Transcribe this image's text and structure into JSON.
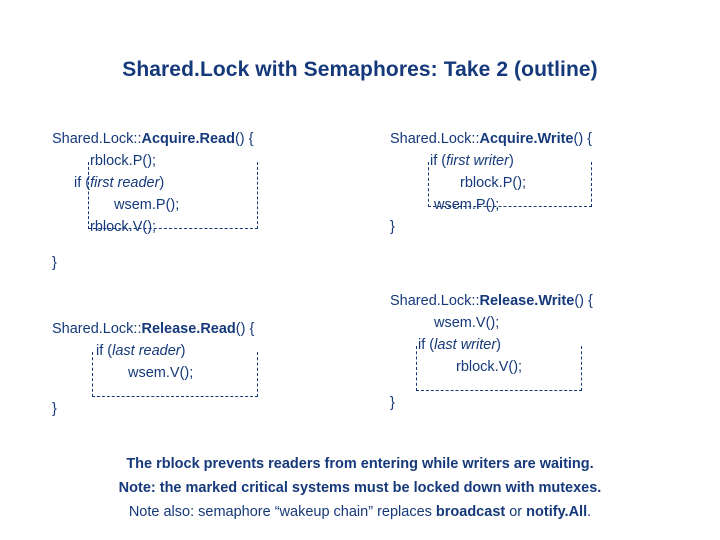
{
  "slide": {
    "title": "Shared.Lock with Semaphores: Take 2 (outline)",
    "blocks": {
      "acquire_read": {
        "header_prefix": "Shared.Lock::",
        "header_bold": "Acquire.Read",
        "header_suffix": "() {",
        "lines": [
          "rblock.P();",
          "if (first reader)",
          "wsem.P();",
          "rblock.V();"
        ],
        "if_keyword": "if (",
        "if_italic": "first reader",
        "if_close": ")",
        "close": "}"
      },
      "acquire_write": {
        "header_prefix": "Shared.Lock::",
        "header_bold": "Acquire.Write",
        "header_suffix": "() {",
        "lines": [
          "if (first writer)",
          "rblock.P();",
          "wsem.P();"
        ],
        "if_keyword": "if (",
        "if_italic": "first writer",
        "if_close": ")",
        "close": "}"
      },
      "release_read": {
        "header_prefix": "Shared.Lock::",
        "header_bold": "Release.Read",
        "header_suffix": "()  {",
        "lines": [
          "if (last reader)",
          "wsem.V();"
        ],
        "if_keyword": "if (",
        "if_italic": "last reader",
        "if_close": ")",
        "close": "}"
      },
      "release_write": {
        "header_prefix": "Shared.Lock::",
        "header_bold": "Release.Write",
        "header_suffix": "() {",
        "lines": [
          "wsem.V();",
          "if (last writer)",
          "rblock.V();"
        ],
        "if_keyword": "if (",
        "if_italic": "last writer",
        "if_close": ")",
        "close": "}"
      }
    },
    "footer": {
      "line1": "The rblock prevents readers from entering while writers are waiting.",
      "line2_bold": "Note",
      "line2_rest": ": the marked critical systems must be locked down with mutexes.",
      "line3_pre": "Note also: semaphore “wakeup chain” replaces ",
      "line3_b1": "broadcast",
      "line3_mid": " or ",
      "line3_b2": "notify.All",
      "line3_end": "."
    }
  }
}
